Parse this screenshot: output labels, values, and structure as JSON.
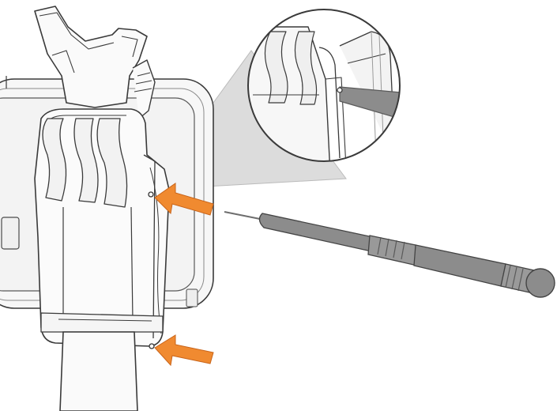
{
  "figure": {
    "subject": "removing-strap-pin-with-pin-tool",
    "callouts": [
      {
        "name": "upper-pin-arrow",
        "points_to": "upper-strap-pin"
      },
      {
        "name": "lower-pin-arrow",
        "points_to": "lower-strap-pin"
      }
    ],
    "detail_view": {
      "shape": "circle",
      "shows": "pin-tool-inserted-in-pin-hole"
    },
    "tool": "pin-tool",
    "colors": {
      "arrow": "#F08A30",
      "arrow_stroke": "#C8641A",
      "tool": "#8C8C8C",
      "tool_dark": "#6E6E6E",
      "outline": "#3A3A3A",
      "zoom_cone": "#D9D9D9",
      "part_fill": "#FAFAFA"
    }
  }
}
